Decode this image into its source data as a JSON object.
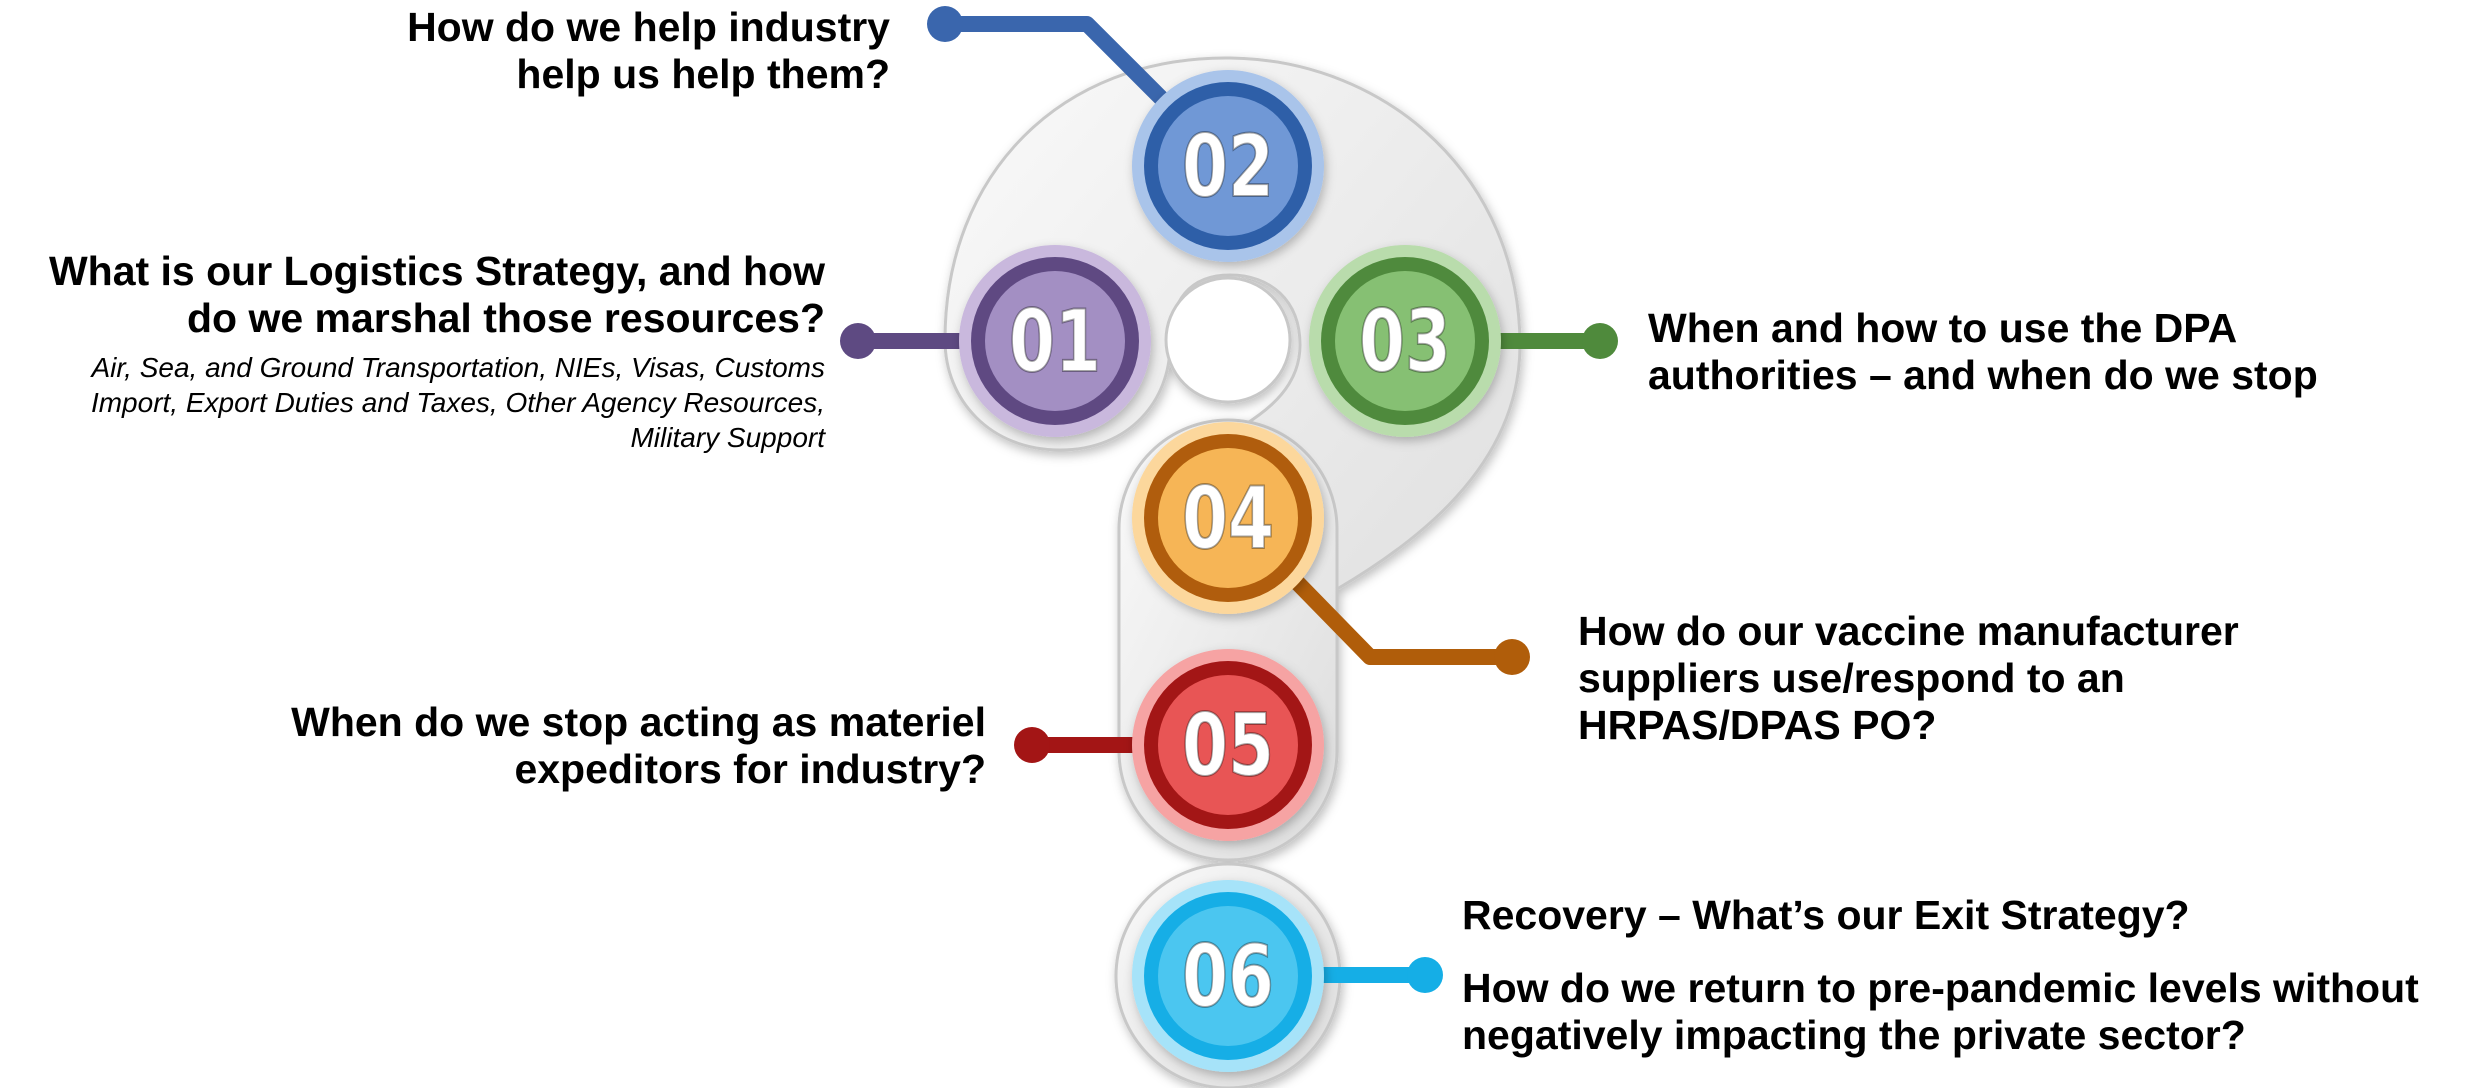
{
  "steps": [
    {
      "number": "01",
      "color": "#5e4a82",
      "ring_light": "#c9b8dd",
      "ring_mid": "#a38fc3",
      "question_lines": [
        "What is our Logistics Strategy, and how",
        "do we marshal those resources?"
      ],
      "detail_lines": [
        "Air, Sea, and Ground Transportation, NIEs, Visas, Customs",
        "Import, Export Duties and Taxes, Other Agency Resources,",
        "Military Support"
      ]
    },
    {
      "number": "02",
      "color": "#2d5ea8",
      "ring_light": "#a9c4ea",
      "ring_mid": "#6f98d6",
      "question_lines": [
        "How do we help industry",
        "help us help them?"
      ]
    },
    {
      "number": "03",
      "color": "#4f8a3c",
      "ring_light": "#b9dcac",
      "ring_mid": "#86c073",
      "question_lines": [
        "When and how to use the DPA",
        "authorities – and when do we stop"
      ]
    },
    {
      "number": "04",
      "color": "#b05d0a",
      "ring_light": "#fcd79c",
      "ring_mid": "#f6b556",
      "question_lines": [
        "How do our vaccine manufacturer",
        "suppliers use/respond to an",
        "HRPAS/DPAS PO?"
      ]
    },
    {
      "number": "05",
      "color": "#a31515",
      "ring_light": "#f6a3a3",
      "ring_mid": "#e85454",
      "question_lines": [
        "When do we stop acting as materiel",
        "expeditors for industry?"
      ]
    },
    {
      "number": "06",
      "color": "#15aee6",
      "ring_light": "#a6e3f9",
      "ring_mid": "#4cc6f0",
      "question_lines": [
        "Recovery – What’s our Exit Strategy?"
      ],
      "question_lines_2": [
        "How do we return to pre-pandemic levels without",
        "negatively impacting the private sector?"
      ]
    }
  ]
}
